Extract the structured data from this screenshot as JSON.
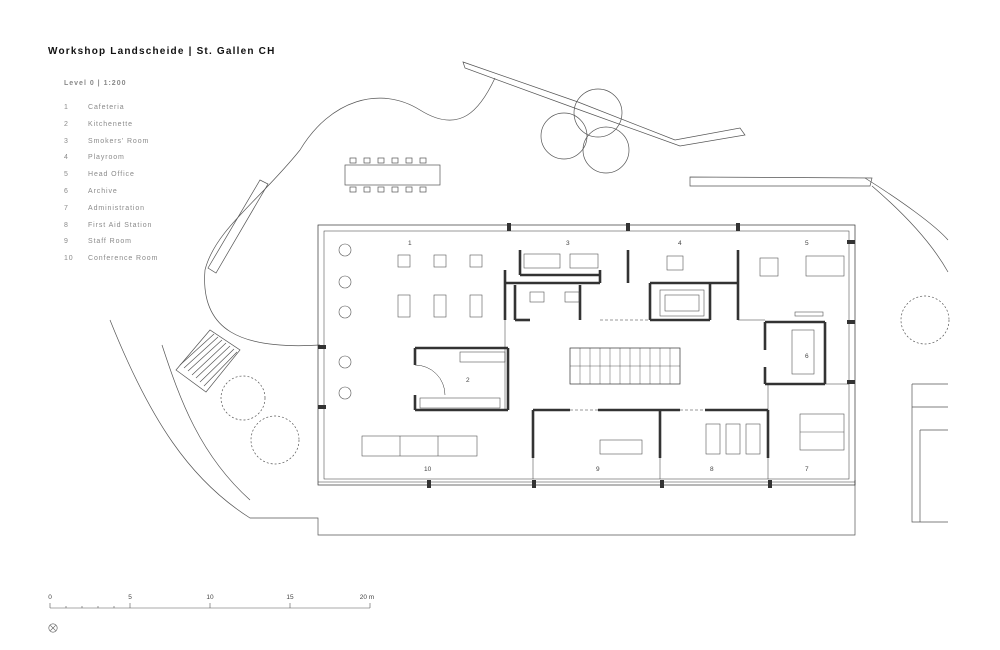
{
  "header": {
    "title": "Workshop Landscheide | St. Gallen CH",
    "subtitle": "Level 0 | 1:200"
  },
  "legend": [
    {
      "num": "1",
      "label": "Cafeteria"
    },
    {
      "num": "2",
      "label": "Kitchenette"
    },
    {
      "num": "3",
      "label": "Smokers’ Room"
    },
    {
      "num": "4",
      "label": "Playroom"
    },
    {
      "num": "5",
      "label": "Head Office"
    },
    {
      "num": "6",
      "label": "Archive"
    },
    {
      "num": "7",
      "label": "Administration"
    },
    {
      "num": "8",
      "label": "First Aid Station"
    },
    {
      "num": "9",
      "label": "Staff Room"
    },
    {
      "num": "10",
      "label": "Conference Room"
    }
  ],
  "room_labels": {
    "r1": "1",
    "r2": "2",
    "r3": "3",
    "r4": "4",
    "r5": "5",
    "r6": "6",
    "r7": "7",
    "r8": "8",
    "r9": "9",
    "r10": "10"
  },
  "scale": {
    "ticks": [
      "0",
      "5",
      "10",
      "15",
      "20 m"
    ]
  },
  "icons": {
    "north": "north-arrow-icon"
  }
}
